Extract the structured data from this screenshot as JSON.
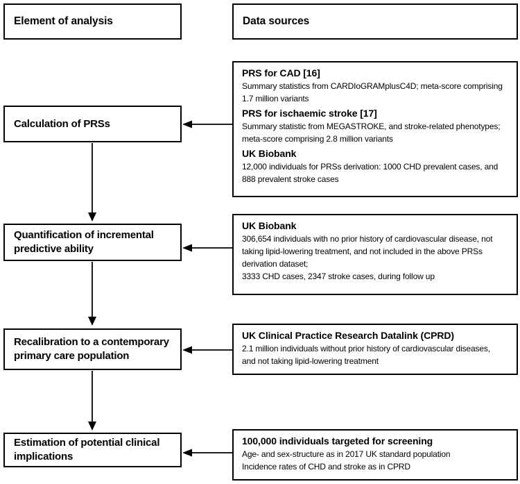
{
  "colors": {
    "border": "#000000",
    "background": "#ffffff",
    "text": "#000000",
    "arrow": "#000000"
  },
  "columns": {
    "left_header": "Element of analysis",
    "right_header": "Data sources"
  },
  "analysis_steps": [
    {
      "label": "Calculation of PRSs"
    },
    {
      "label": "Quantification of incremental\npredictive ability"
    },
    {
      "label": "Recalibration to a contemporary\nprimary care population"
    },
    {
      "label": "Estimation of potential clinical\nimplications"
    }
  ],
  "data_sources": [
    {
      "entries": [
        {
          "heading": "PRS for CAD [16]",
          "body": "Summary statistics from CARDIoGRAMplusC4D; meta-score comprising\n1.7 million variants"
        },
        {
          "heading": "PRS for ischaemic stroke [17]",
          "body": "Summary statistic from MEGASTROKE, and stroke-related phenotypes;\nmeta-score comprising 2.8 million variants"
        },
        {
          "heading": "UK Biobank",
          "body": "12,000 individuals for PRSs derivation: 1000 CHD prevalent cases, and\n888 prevalent stroke cases"
        }
      ]
    },
    {
      "entries": [
        {
          "heading": "UK Biobank",
          "body": "306,654 individuals with no prior history of cardiovascular disease, not\ntaking lipid-lowering treatment, and not included in the above PRSs\nderivation dataset;\n3333 CHD cases, 2347 stroke cases, during follow up"
        }
      ]
    },
    {
      "entries": [
        {
          "heading": "UK Clinical Practice Research Datalink (CPRD)",
          "body": "2.1 million individuals without prior history of cardiovascular diseases,\nand not taking lipid-lowering treatment"
        }
      ]
    },
    {
      "entries": [
        {
          "heading": "100,000 individuals targeted for screening",
          "body": "Age- and sex-structure as in 2017 UK standard population\nIncidence rates of CHD and stroke as in CPRD"
        }
      ]
    }
  ]
}
